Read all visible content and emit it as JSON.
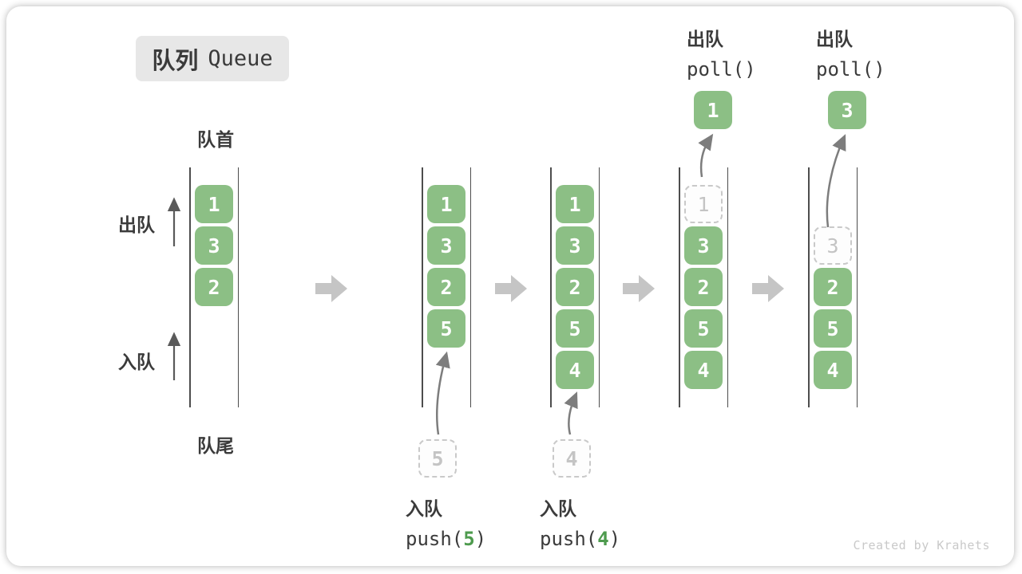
{
  "title": {
    "zh": "队列",
    "en": "Queue"
  },
  "labels": {
    "front": "队首",
    "rear": "队尾",
    "dequeue": "出队",
    "enqueue": "入队"
  },
  "states": [
    {
      "cells": [
        {
          "v": "1",
          "style": "solid"
        },
        {
          "v": "3",
          "style": "solid"
        },
        {
          "v": "2",
          "style": "solid"
        }
      ]
    },
    {
      "cells": [
        {
          "v": "1",
          "style": "solid"
        },
        {
          "v": "3",
          "style": "solid"
        },
        {
          "v": "2",
          "style": "solid"
        },
        {
          "v": "5",
          "style": "solid"
        }
      ]
    },
    {
      "cells": [
        {
          "v": "1",
          "style": "solid"
        },
        {
          "v": "3",
          "style": "solid"
        },
        {
          "v": "2",
          "style": "solid"
        },
        {
          "v": "5",
          "style": "solid"
        },
        {
          "v": "4",
          "style": "solid"
        }
      ]
    },
    {
      "cells": [
        {
          "v": "1",
          "style": "dashed"
        },
        {
          "v": "3",
          "style": "solid"
        },
        {
          "v": "2",
          "style": "solid"
        },
        {
          "v": "5",
          "style": "solid"
        },
        {
          "v": "4",
          "style": "solid"
        }
      ]
    },
    {
      "cells": [
        {
          "v": "3",
          "style": "dashed"
        },
        {
          "v": "2",
          "style": "solid"
        },
        {
          "v": "5",
          "style": "solid"
        },
        {
          "v": "4",
          "style": "solid"
        }
      ]
    }
  ],
  "operations": {
    "push5": {
      "label": "入队",
      "fn": "push(",
      "arg": "5",
      "close": ")",
      "staged": "5"
    },
    "push4": {
      "label": "入队",
      "fn": "push(",
      "arg": "4",
      "close": ")",
      "staged": "4"
    },
    "poll1": {
      "label": "出队",
      "code": "poll()",
      "result": "1"
    },
    "poll2": {
      "label": "出队",
      "code": "poll()",
      "result": "3"
    }
  },
  "watermark": "Created by Krahets",
  "colors": {
    "box_green": "#8cbf85",
    "box_text": "#ffffff",
    "code_arg_green": "#4e9b4e",
    "badge_bg": "#e7e7e7",
    "text_dark": "#3b3b3b",
    "dashed_border": "#c9c9c9",
    "dashed_text": "#c4c4c4",
    "block_arrow": "#c5c5c5",
    "curve_arrow": "#7d7d7d",
    "wall_line": "#4d4d4d",
    "watermark_text": "#c9c9c9"
  }
}
